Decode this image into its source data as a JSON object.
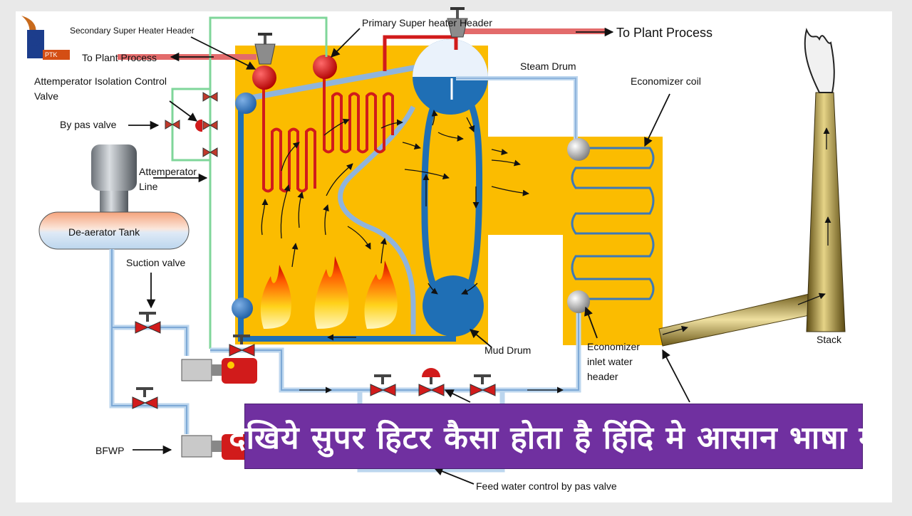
{
  "labels": {
    "secondary_sh_header": "Secondary Super Heater Header",
    "primary_sh_header": "Primary Super heater Header",
    "to_plant_process_right": "To Plant Process",
    "to_plant_process_left": "To Plant Process",
    "steam_drum": "Steam Drum",
    "economizer_coil": "Economizer coil",
    "attemperator_valve_line1": "Attemperator Isolation Control",
    "attemperator_valve_line2": "Valve",
    "bypass_valve": "By pas valve",
    "attemperator_line1": "Attemperator",
    "attemperator_line2": "Line",
    "deaerator_tank": "De-aerator Tank",
    "suction_valve": "Suction valve",
    "mud_drum": "Mud Drum",
    "economizer_inlet_line1": "Economizer",
    "economizer_inlet_line2": "inlet water",
    "economizer_inlet_line3": "header",
    "stack": "Stack",
    "bfwp": "BFWP",
    "feed_water_control": "Feed water control by pas valve"
  },
  "banner": {
    "text": "देखिये सुपर हिटर कैसा होता है हिंदि मे आसान भाषा मे"
  },
  "colors": {
    "furnace": "#fbbc00",
    "water": "#1f6fb5",
    "steam_pipe": "#e36b6b",
    "attemperator_line": "#7fd69a",
    "superheater_coil": "#d11b1b",
    "banner": "#7030a0",
    "stack": "#b9a24a"
  }
}
